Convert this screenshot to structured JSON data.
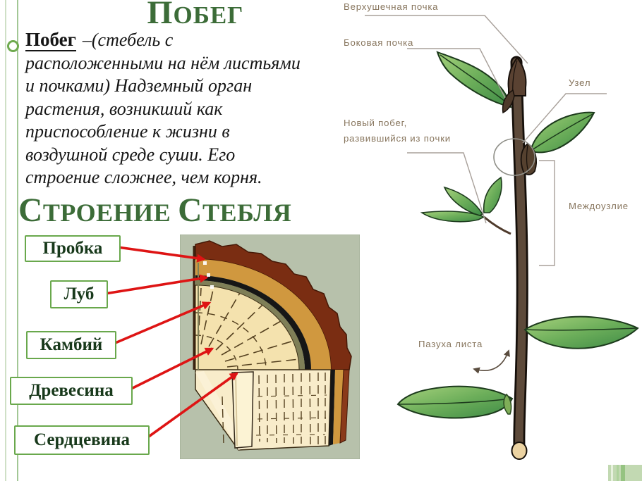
{
  "slide": {
    "title": "Побег",
    "intro": {
      "term": "Побег",
      "after_term": "–(стебель с",
      "lines": [
        "расположенными на нём листьями",
        "и почками) Надземный орган",
        "растения, возникший как",
        "приспособление к жизни в",
        "воздушной среде суши. Его",
        "строение сложнее, чем корня."
      ]
    },
    "section": {
      "title_words": [
        "Строение",
        "стебля"
      ],
      "labels": [
        "Пробка",
        "Луб",
        "Камбий",
        "Древесина",
        "Сердцевина"
      ]
    },
    "diagram": {
      "apical_bud": "Верхушечная почка",
      "lateral_bud": "Боковая почка",
      "node": "Узел",
      "new_shoot_line1": "Новый побег,",
      "new_shoot_line2": "развившийся из почки",
      "internode": "Междоузлие",
      "leaf_axil": "Пазуха листа"
    }
  },
  "colors": {
    "heading_green": "#3c6c38",
    "box_border_green": "#69a84c",
    "box_text_green": "#18391b",
    "arrow_red": "#de1414",
    "diagram_label_brown": "#87755d"
  }
}
